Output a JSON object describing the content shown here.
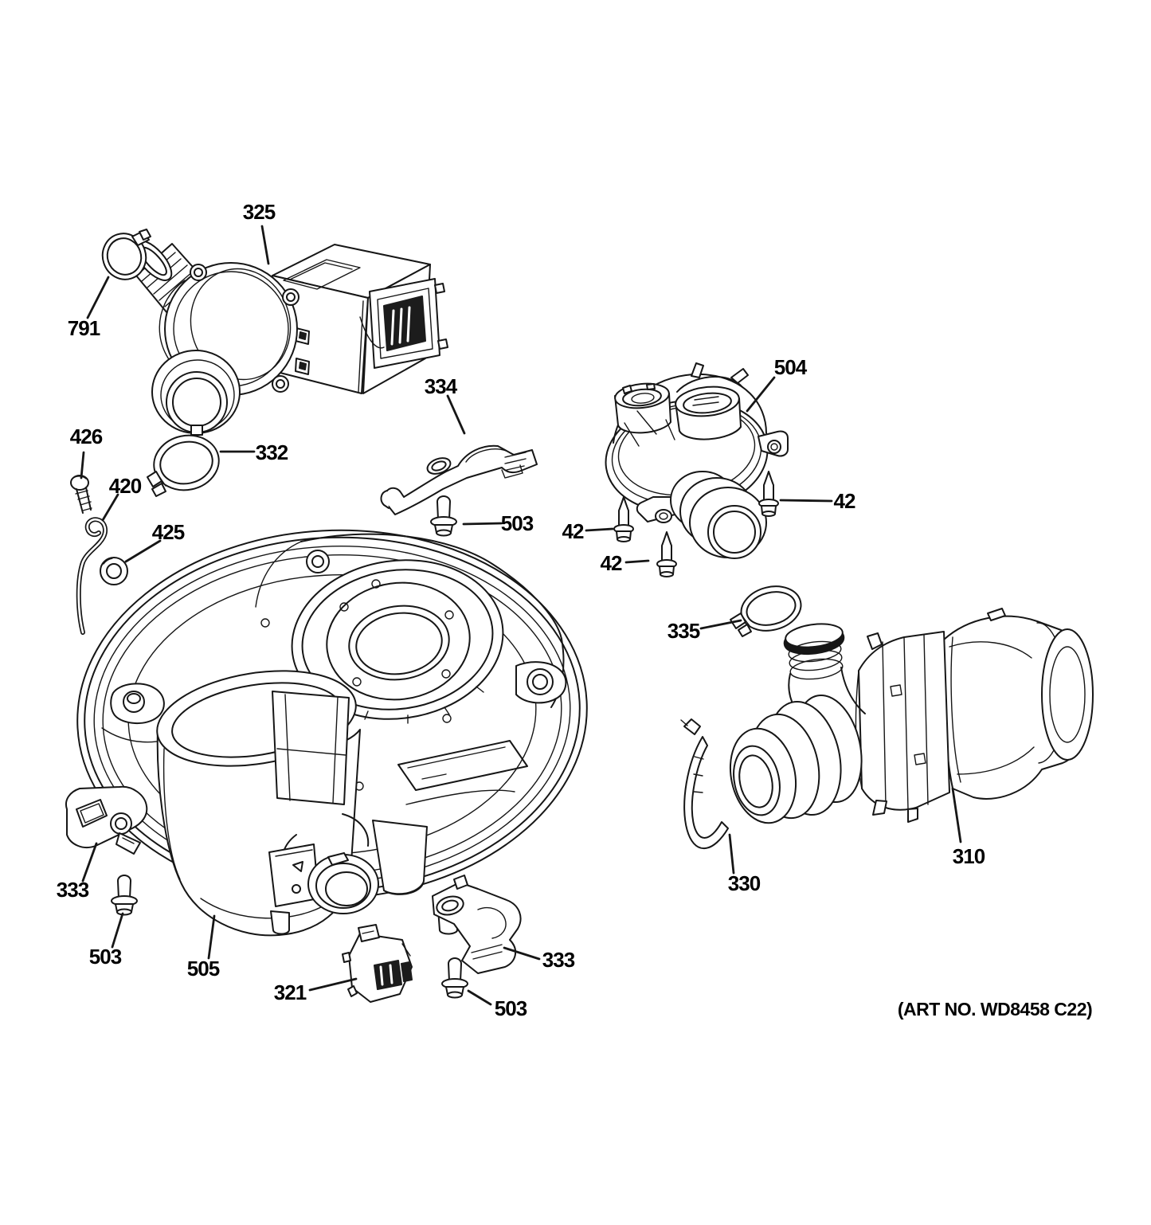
{
  "page": {
    "background_color": "#ffffff",
    "line_color": "#161616",
    "art_number": "(ART NO. WD8458 C22)"
  },
  "callouts": {
    "circulation_pump_assembly": "325",
    "inlet_clamp_791": "791",
    "screw_426": "426",
    "wire_clip_420": "420",
    "grommet_425": "425",
    "hose_clamp_332": "332",
    "bracket_334": "334",
    "screw_503_upper": "503",
    "check_valve_housing_504": "504",
    "fastener_42_left": "42",
    "fastener_42_lower": "42",
    "fastener_42_right": "42",
    "hose_clamp_335": "335",
    "hose_clamp_330": "330",
    "drain_pump_310": "310",
    "bracket_333_left": "333",
    "screw_503_left": "503",
    "sump_505": "505",
    "sensor_321": "321",
    "bracket_333_right": "333",
    "screw_503_lower": "503"
  }
}
